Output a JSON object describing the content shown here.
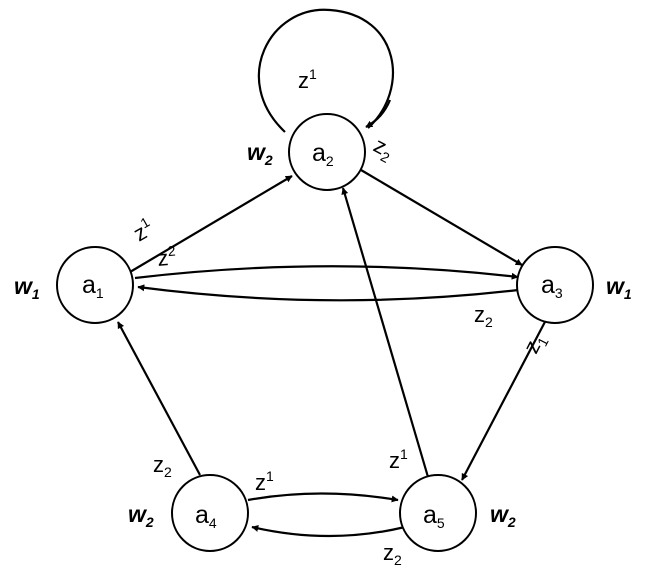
{
  "nodes": [
    {
      "id": "a1",
      "base": "a",
      "sub": "1",
      "weight": "w",
      "weight_sub": "1"
    },
    {
      "id": "a2",
      "base": "a",
      "sub": "2",
      "weight": "w",
      "weight_sub": "2"
    },
    {
      "id": "a3",
      "base": "a",
      "sub": "3",
      "weight": "w",
      "weight_sub": "1"
    },
    {
      "id": "a4",
      "base": "a",
      "sub": "4",
      "weight": "w",
      "weight_sub": "2"
    },
    {
      "id": "a5",
      "base": "a",
      "sub": "5",
      "weight": "w",
      "weight_sub": "2"
    }
  ],
  "edges": [
    {
      "id": "a2-self",
      "from": "a2",
      "to": "a2",
      "labels": [
        {
          "base": "z",
          "sub": "1"
        },
        {
          "base": "z",
          "sub": "2"
        }
      ]
    },
    {
      "id": "a1-a2",
      "from": "a1",
      "to": "a2",
      "labels": [
        {
          "base": "z",
          "sub": "1"
        }
      ]
    },
    {
      "id": "a2-a3",
      "from": "a2",
      "to": "a3",
      "labels": []
    },
    {
      "id": "a1-a3",
      "from": "a1",
      "to": "a3",
      "labels": [
        {
          "base": "z",
          "sub": "2"
        }
      ]
    },
    {
      "id": "a3-a1",
      "from": "a3",
      "to": "a1",
      "labels": [
        {
          "base": "z",
          "sub": "2"
        }
      ]
    },
    {
      "id": "a3-a5",
      "from": "a3",
      "to": "a5",
      "labels": [
        {
          "base": "z",
          "sub": "1"
        }
      ]
    },
    {
      "id": "a5-a2",
      "from": "a5",
      "to": "a2",
      "labels": [
        {
          "base": "z",
          "sub": "1"
        }
      ]
    },
    {
      "id": "a4-a1",
      "from": "a4",
      "to": "a1",
      "labels": [
        {
          "base": "z",
          "sub": "2"
        }
      ]
    },
    {
      "id": "a4-a5",
      "from": "a4",
      "to": "a5",
      "labels": [
        {
          "base": "z",
          "sub": "1"
        }
      ]
    },
    {
      "id": "a5-a4",
      "from": "a5",
      "to": "a4",
      "labels": [
        {
          "base": "z",
          "sub": "2"
        }
      ]
    }
  ]
}
